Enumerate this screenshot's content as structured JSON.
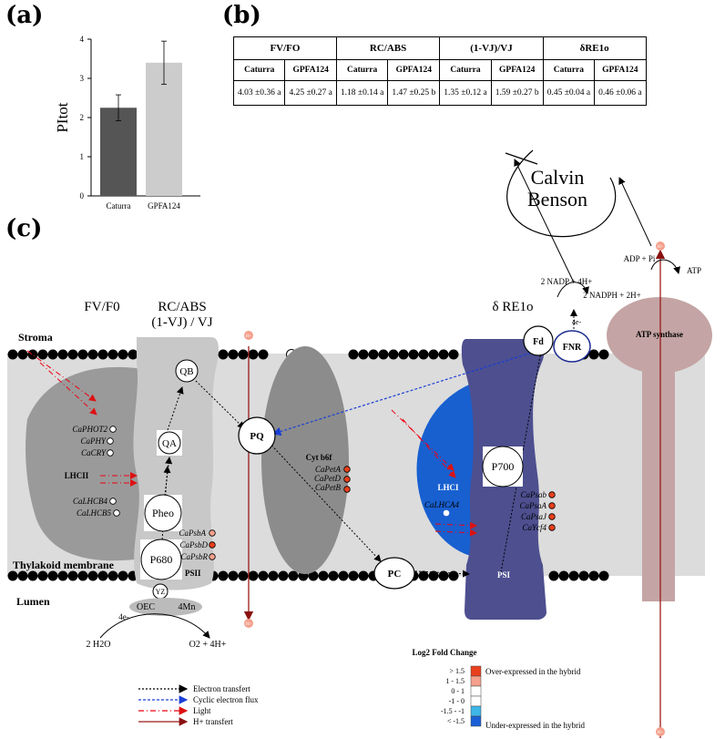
{
  "panels": {
    "a": "(a)",
    "b": "(b)",
    "c": "(c)"
  },
  "chart_data": {
    "type": "bar",
    "categories": [
      "Caturra",
      "GPFA124"
    ],
    "values": [
      2.25,
      3.4
    ],
    "errors": [
      0.33,
      0.55
    ],
    "ylabel": "PItot",
    "ylim": [
      0,
      4
    ],
    "yticks": [
      "0",
      "1",
      "2",
      "3",
      "4"
    ],
    "colors": [
      "#555555",
      "#cccccc"
    ]
  },
  "table": {
    "groups": [
      "FV/FO",
      "RC/ABS",
      "(1-VJ)/VJ",
      "δRE1o"
    ],
    "subheaders": [
      "Caturra",
      "GPFA124",
      "Caturra",
      "GPFA124",
      "Caturra",
      "GPFA124",
      "Caturra",
      "GPFA124"
    ],
    "values": [
      "4.03 ±0.36 a",
      "4.25 ±0.27 a",
      "1.18 ±0.14 a",
      "1.47 ±0.25 b",
      "1.35 ±0.12 a",
      "1.59 ±0.27 b",
      "0.45 ±0.04 a",
      "0.46 ±0.06 a"
    ]
  },
  "diagram": {
    "calvin": "Calvin\nBenson",
    "header_fvf0": "FV/F0",
    "header_rcabs": "RC/ABS",
    "header_vj": "(1-VJ) / VJ",
    "header_re1o": "δ RE1o",
    "stroma": "Stroma",
    "thylakoid": "Thylakoid membrane",
    "lumen": "Lumen",
    "qb": "QB",
    "qa": "QA",
    "pheo": "Pheo",
    "p680": "P680",
    "psii": "PSII",
    "yz": "YZ",
    "oec": "OEC",
    "mn": "4Mn",
    "pq": "PQ",
    "pc": "PC",
    "cytb6f": "Cyt b6f",
    "fd": "Fd",
    "fnr": "FNR",
    "p700": "P700",
    "psi": "PSI",
    "lhci": "LHCI",
    "lhcii": "LHCII",
    "atp_synthase": "ATP synthase",
    "h2o": "2 H2O",
    "o2": "O2 + 4H+",
    "fourE_bottom": "4e-",
    "fourE_top": "4e-",
    "nadp": "2 NADP + 4H+",
    "nadph": "2 NADPH + 2H+",
    "adp": "ADP + Pi",
    "atp": "ATP",
    "hplus": "H+",
    "genes_lhcii_top": [
      "CaPHOT2",
      "CaPHY",
      "CaCRY"
    ],
    "genes_lhcii_bottom": [
      "CaLHCB4",
      "CaLHCB5"
    ],
    "genes_psii": [
      "CaPsbA",
      "CaPsbD",
      "CaPsbR"
    ],
    "genes_cyt": [
      "CaPetA",
      "CaPetD",
      "CaPetB"
    ],
    "genes_psi": [
      "CaPsab",
      "CaPsaA",
      "CaPsaJ",
      "CaYcf4"
    ],
    "gene_lhca": "CaLHCA4"
  },
  "legend": {
    "title": "Log2 Fold Change",
    "scale": [
      {
        "label": "> 1.5",
        "color": "#e8401c"
      },
      {
        "label": "1 - 1.5",
        "color": "#f4a08c"
      },
      {
        "label": "0 - 1",
        "color": "#ffffff"
      },
      {
        "label": "-1 - 0",
        "color": "#ffffff"
      },
      {
        "label": "-1.5 - -1",
        "color": "#3fb6e8"
      },
      {
        "label": "< -1.5",
        "color": "#1a5fd6"
      }
    ],
    "over": "Over-expressed in the hybrid",
    "under": "Under-expressed in the hybrid",
    "lines": [
      "Electron transfert",
      "Cyclic electron flux",
      "Light",
      "H+ transfert"
    ]
  }
}
